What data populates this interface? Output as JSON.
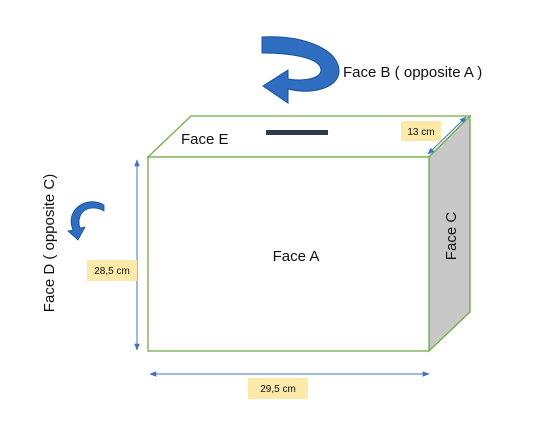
{
  "faces": {
    "a": "Face A",
    "b": "Face B ( opposite A )",
    "c": "Face C",
    "d": "Face D ( opposite C)",
    "e": "Face E"
  },
  "dimensions": {
    "height": "28,5 cm",
    "width": "29,5 cm",
    "depth": "13 cm"
  },
  "colors": {
    "edge": "#70ad47",
    "side_face": "#c8c8c8",
    "arrow": "#2e6dc0",
    "arrow_dark": "#1f4e9c",
    "dimension_line": "#4472c4",
    "dimension_box": "#fde9a9",
    "slot": "#2f3b4c"
  },
  "icons": {
    "rotate_b": "curved-arrow-left-icon",
    "rotate_d": "curved-arrow-down-icon"
  }
}
